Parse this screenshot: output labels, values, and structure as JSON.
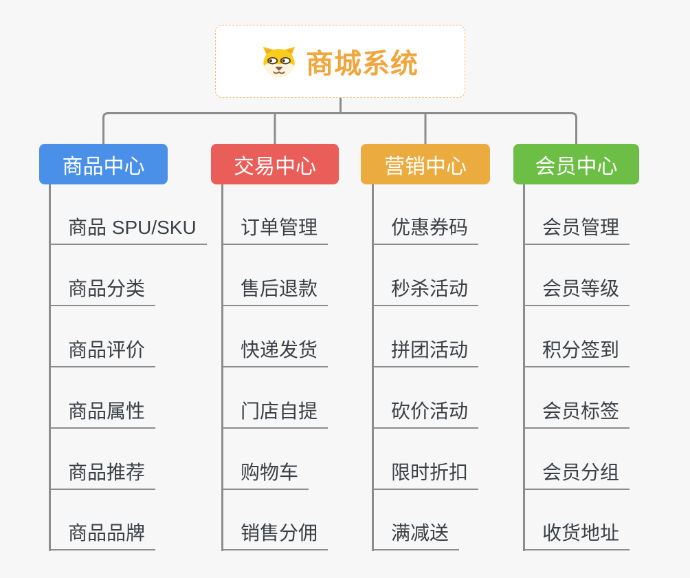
{
  "root": {
    "title": "商城系统",
    "icon": "dog-face-icon"
  },
  "branches": [
    {
      "label": "商品中心",
      "color": "#4A90E8",
      "items": [
        "商品 SPU/SKU",
        "商品分类",
        "商品评价",
        "商品属性",
        "商品推荐",
        "商品品牌"
      ]
    },
    {
      "label": "交易中心",
      "color": "#E95E58",
      "items": [
        "订单管理",
        "售后退款",
        "快递发货",
        "门店自提",
        "购物车",
        "销售分佣"
      ]
    },
    {
      "label": "营销中心",
      "color": "#EBAB3F",
      "items": [
        "优惠券码",
        "秒杀活动",
        "拼团活动",
        "砍价活动",
        "限时折扣",
        "满减送"
      ]
    },
    {
      "label": "会员中心",
      "color": "#6CBE44",
      "items": [
        "会员管理",
        "会员等级",
        "积分签到",
        "会员标签",
        "会员分组",
        "收货地址"
      ]
    }
  ],
  "style": {
    "background": "#F7F7F7",
    "connector_color": "#8C8C8C",
    "root_text_color": "#F0A63E",
    "root_border_color": "#F2BC6E",
    "item_text_color": "#3B4045"
  }
}
